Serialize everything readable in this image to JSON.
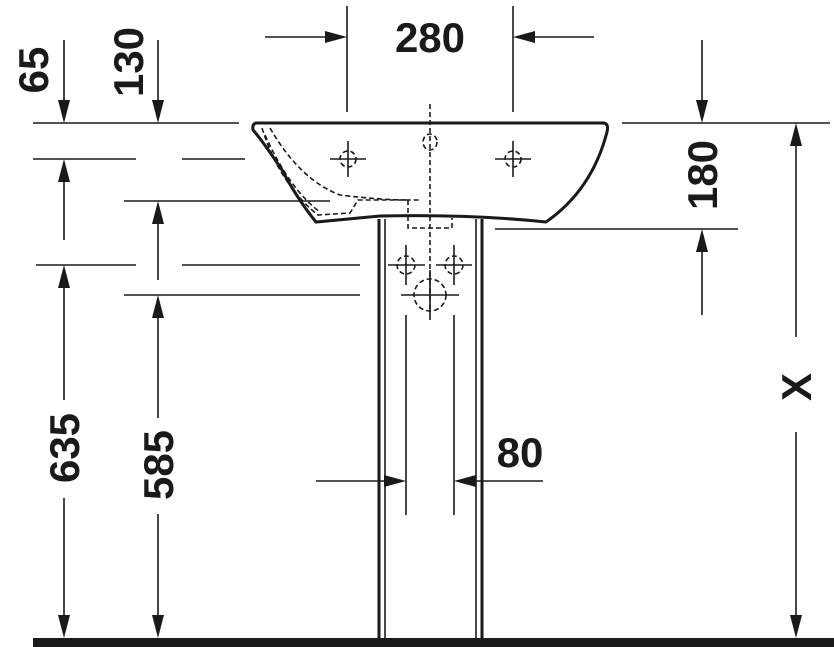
{
  "drawing": {
    "subject": "Pedestal washbasin dimension drawing",
    "colors": {
      "line": "#1a1a1a",
      "background": "#ffffff"
    },
    "dimensions": {
      "tap_hole_spacing": "280",
      "top_offset_left": "65",
      "top_offset_second": "130",
      "basin_depth": "180",
      "pedestal_spacing": "80",
      "height_left": "635",
      "height_second": "585",
      "overall_height": "X"
    }
  }
}
